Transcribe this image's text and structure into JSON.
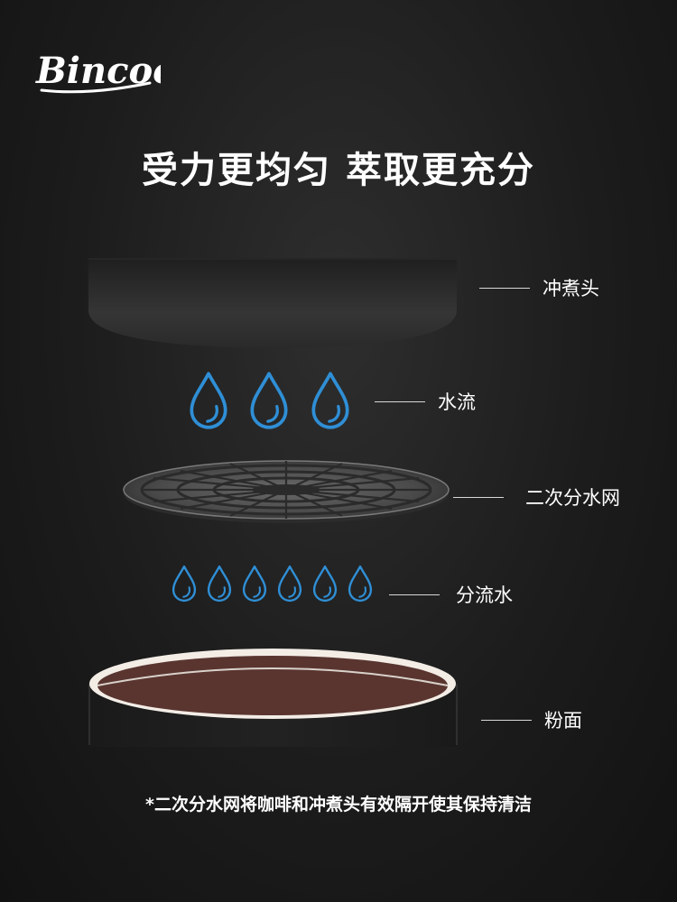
{
  "brand": {
    "logo_text": "Bincoo"
  },
  "headline": "受力更均匀 萃取更充分",
  "layers": [
    {
      "id": "brew-head",
      "label": "冲煮头",
      "icon": "brew-head-disc"
    },
    {
      "id": "water-flow",
      "label": "水流",
      "icon": "water-drop-icon",
      "drop_count": 3
    },
    {
      "id": "diffuser-screen",
      "label": "二次分水网",
      "icon": "diffuser-screen-icon"
    },
    {
      "id": "split-flow",
      "label": "分流水",
      "icon": "water-drop-icon",
      "drop_count": 6
    },
    {
      "id": "coffee-bed",
      "label": "粉面",
      "icon": "coffee-basket-icon"
    }
  ],
  "footnote": "*二次分水网将咖啡和冲煮头有效隔开使其保持清洁",
  "colors": {
    "background": "#1c1c1c",
    "water_drop": "#2f8fd6",
    "coffee_grounds": "#5a3530",
    "basket_rim": "#f3ede6",
    "text": "#ffffff"
  }
}
